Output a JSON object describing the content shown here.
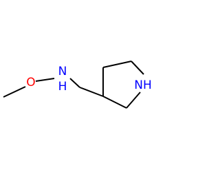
{
  "molecule": {
    "atoms": {
      "nh_ring": {
        "text": "NH",
        "color": "#0000ff"
      },
      "n_chain": {
        "text": "N",
        "color": "#0000ff"
      },
      "h_chain": {
        "text": "H",
        "color": "#0000ff"
      },
      "o_chain": {
        "text": "O",
        "color": "#ff0000"
      }
    },
    "bond_color": "#000000"
  }
}
